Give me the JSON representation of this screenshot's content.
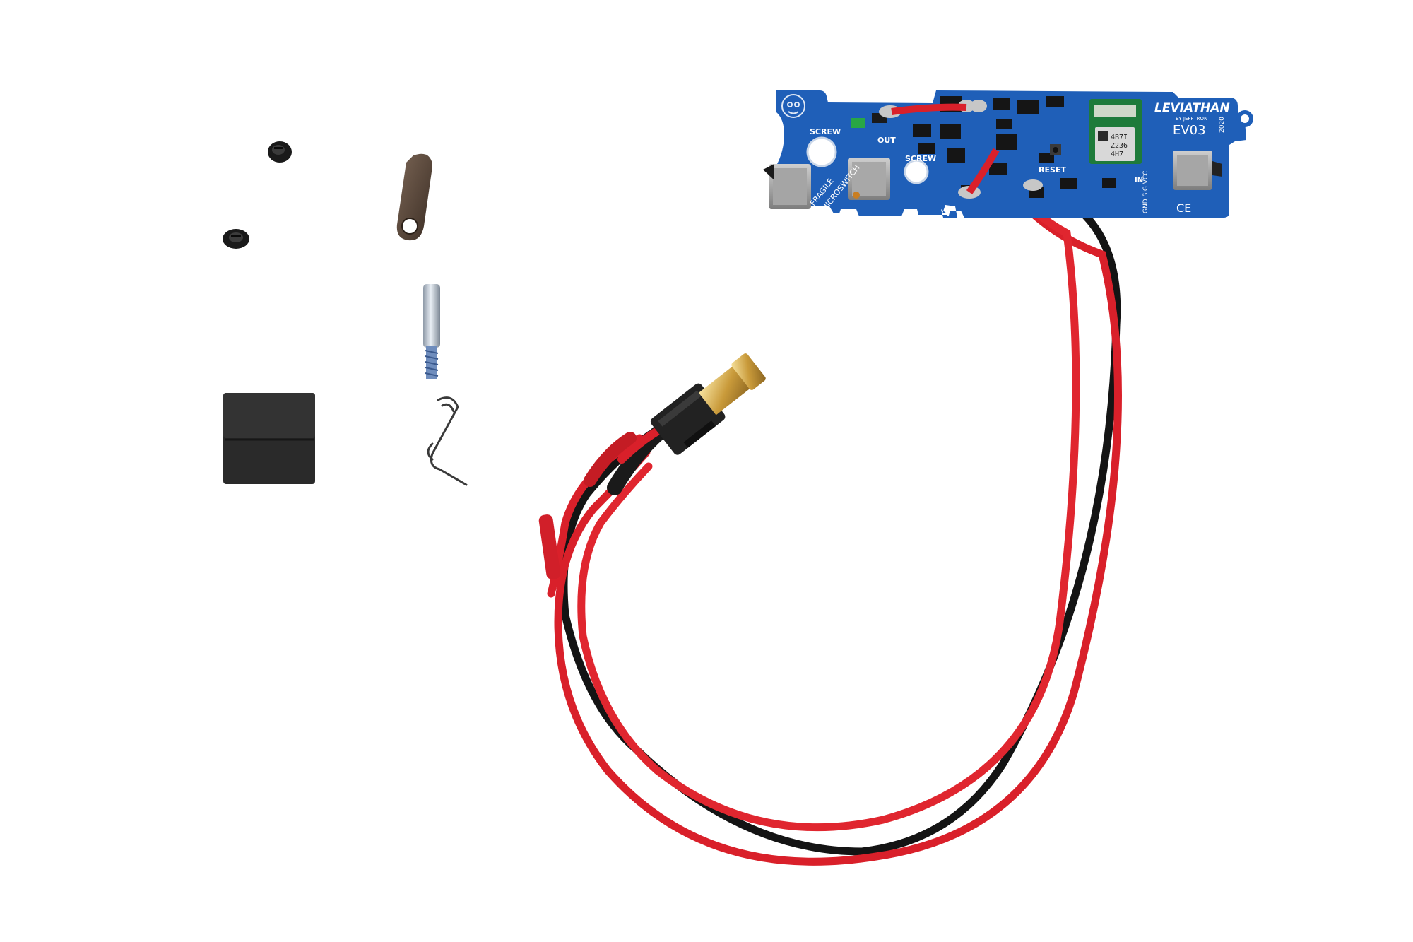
{
  "photo": {
    "background_color": "#ffffff",
    "board": {
      "color": "#1f5fb8",
      "labels": {
        "screw_left": "SCREW",
        "screw_center": "SCREW",
        "out": "OUT",
        "fragile": "FRAGILE",
        "microswitch": "MICROSWITCH",
        "reset": "RESET",
        "brand": "LEVIATHAN",
        "brand_sub": "BY JEFFTRON",
        "model": "EV03",
        "year": "2020",
        "module_line1": "4B7I",
        "module_line2": "Z236",
        "module_line3": "4H7",
        "pins": "GND SIG VCC",
        "in": "IN",
        "ce": "CE"
      }
    },
    "wire_colors": {
      "red": "#d9202a",
      "black": "#141414"
    },
    "items": [
      {
        "name": "screw-1"
      },
      {
        "name": "screw-2"
      },
      {
        "name": "trigger-lever"
      },
      {
        "name": "threaded-pin"
      },
      {
        "name": "torsion-spring"
      },
      {
        "name": "foam-pad"
      },
      {
        "name": "t-plug-connector"
      }
    ]
  }
}
